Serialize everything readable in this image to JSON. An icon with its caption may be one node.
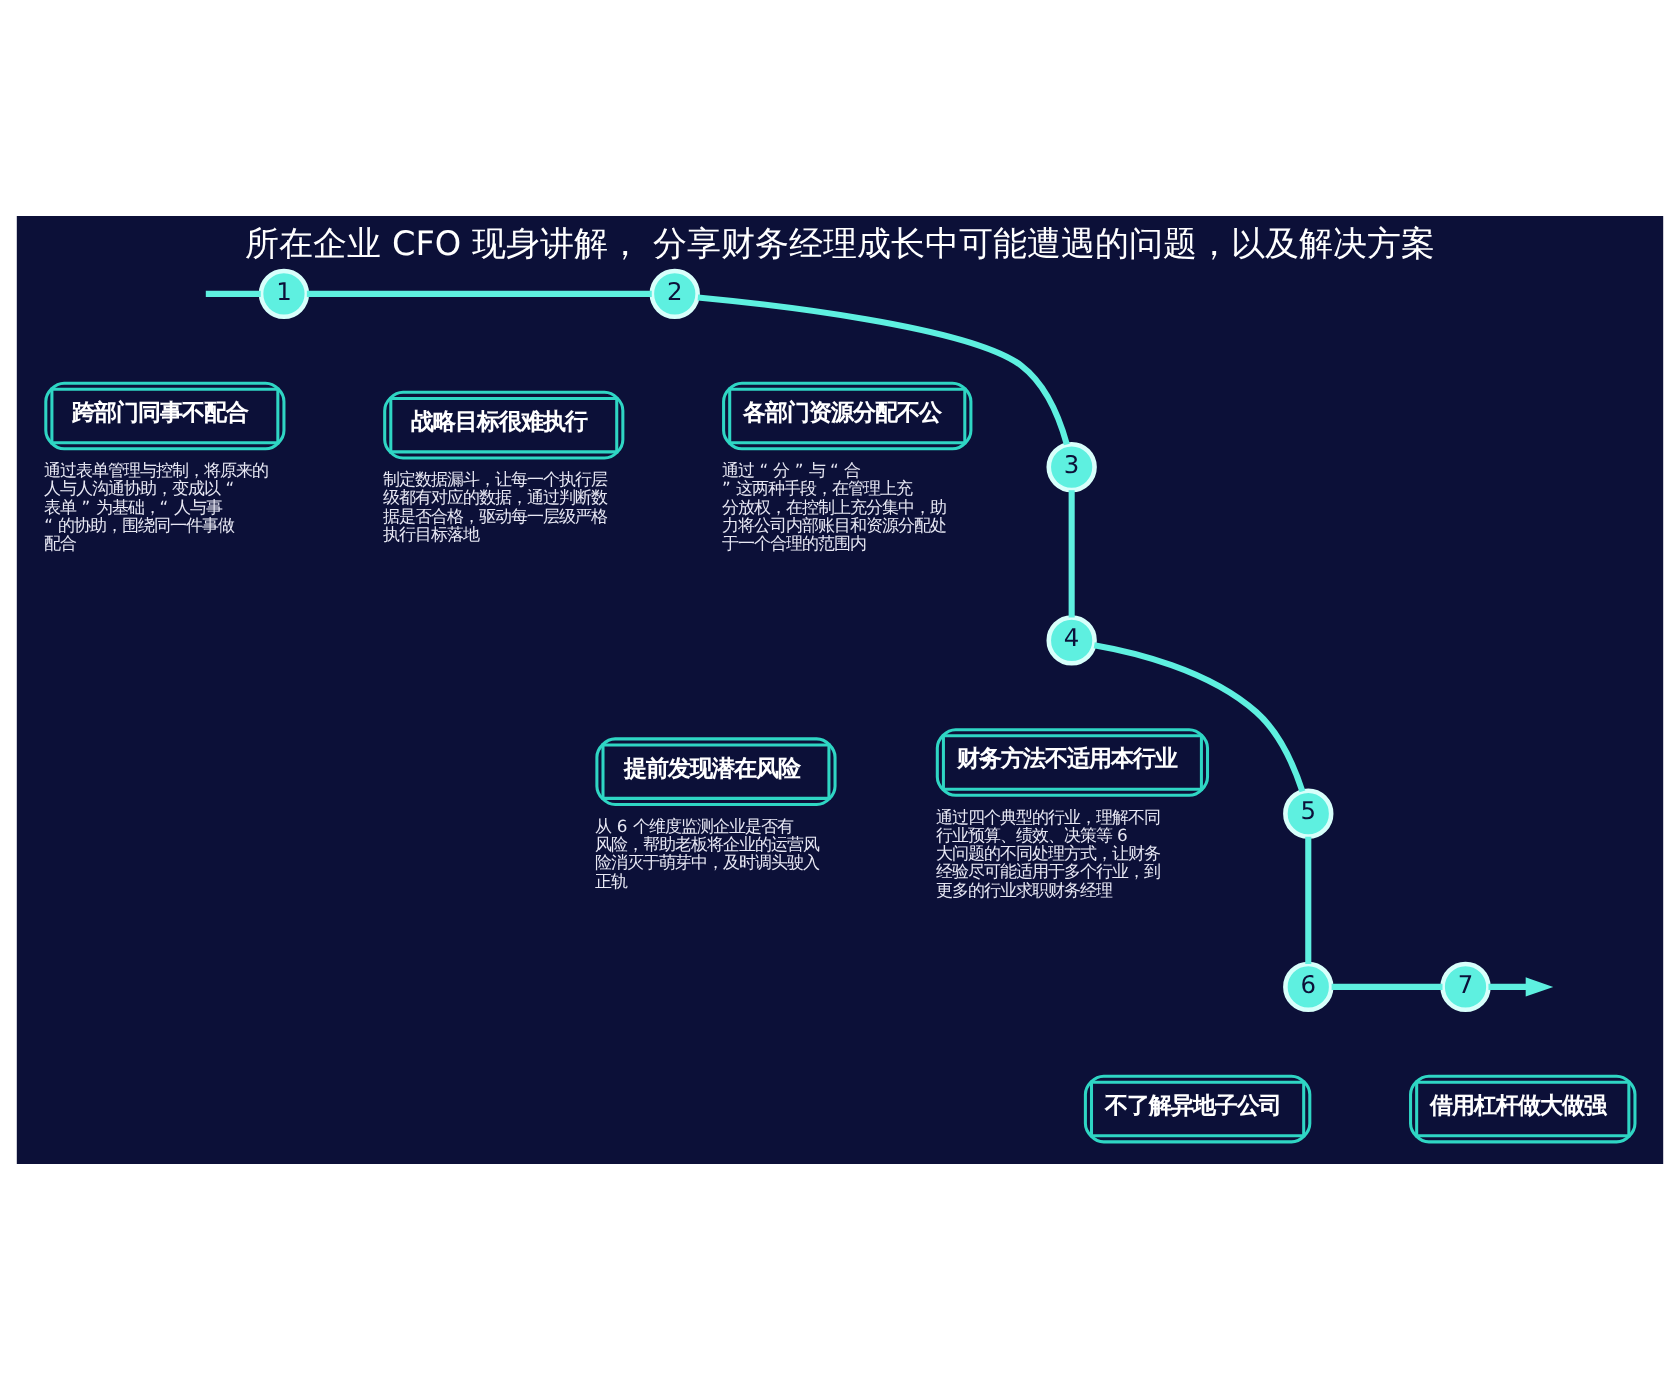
{
  "diagram": {
    "title": "所在企业 CFO 现身讲解， 分享财务经理成长中可能遭遇的问题，以及解决方案",
    "nodes": [
      {
        "text": [
          "1"
        ]
      },
      {
        "text": [
          "2"
        ]
      },
      {
        "text": [
          "跨部门同事不配合"
        ],
        "beside": [
          "通过表单管理与控制，将原来的人与人沟通协助，变成以 “ 表单 ” 为基础，“ 人与事 “ 的协助，围绕同一件事做配合"
        ]
      },
      {
        "text": [
          "战略目标很难执行"
        ],
        "beside": [
          "制定数据漏斗，让每一个执行层级都有对应的数据，通过判断数据是否合格，驱动每一层级严格执行目标落地"
        ]
      },
      {
        "text": [
          "各部门资源分配不公"
        ],
        "beside": [
          "通过 “ 分 ” 与 “ 合 ” 这两种手段，在管理上充分放权，在控制上充分集中，助力将公司内部账目和资源分配处于一个合理的范围内"
        ]
      },
      {
        "text": [
          "3"
        ]
      },
      {
        "text": [
          "4"
        ]
      },
      {
        "text": [
          "提前发现潜在风险"
        ],
        "beside": [
          "从 6 个维度监测企业是否有风险，帮助老板将企业的运营风险消灭于萌芽中，及时调头驶入正轨"
        ]
      },
      {
        "text": [
          "财务方法不适用本行业"
        ],
        "beside": [
          "通过四个典型的行业，理解不同行业预算、绩效、决策等 6 大问题的不同处理方式，让财务经验尽可能适用于多个行业，到更多的行业求职财务经理"
        ]
      },
      {
        "text": [
          "5"
        ]
      },
      {
        "text": [
          "6"
        ]
      },
      {
        "text": [
          "7"
        ]
      },
      {
        "text": [
          "不了解异地子公司"
        ]
      },
      {
        "text": [
          "借用杠杆做大做强"
        ]
      }
    ],
    "edges": [
      {
        "from": null,
        "to": 0,
        "arrow": "none"
      },
      {
        "from": 0,
        "to": 1,
        "arrow": "none"
      },
      {
        "from": 1,
        "to": 5,
        "arrow": "none"
      },
      {
        "from": 5,
        "to": 6,
        "arrow": "none"
      },
      {
        "from": 6,
        "to": 9,
        "arrow": "none"
      },
      {
        "from": 9,
        "to": 10,
        "arrow": "none"
      },
      {
        "from": 10,
        "to": 11,
        "arrow": "none"
      },
      {
        "from": 11,
        "to": null,
        "arrow": "to"
      }
    ]
  }
}
